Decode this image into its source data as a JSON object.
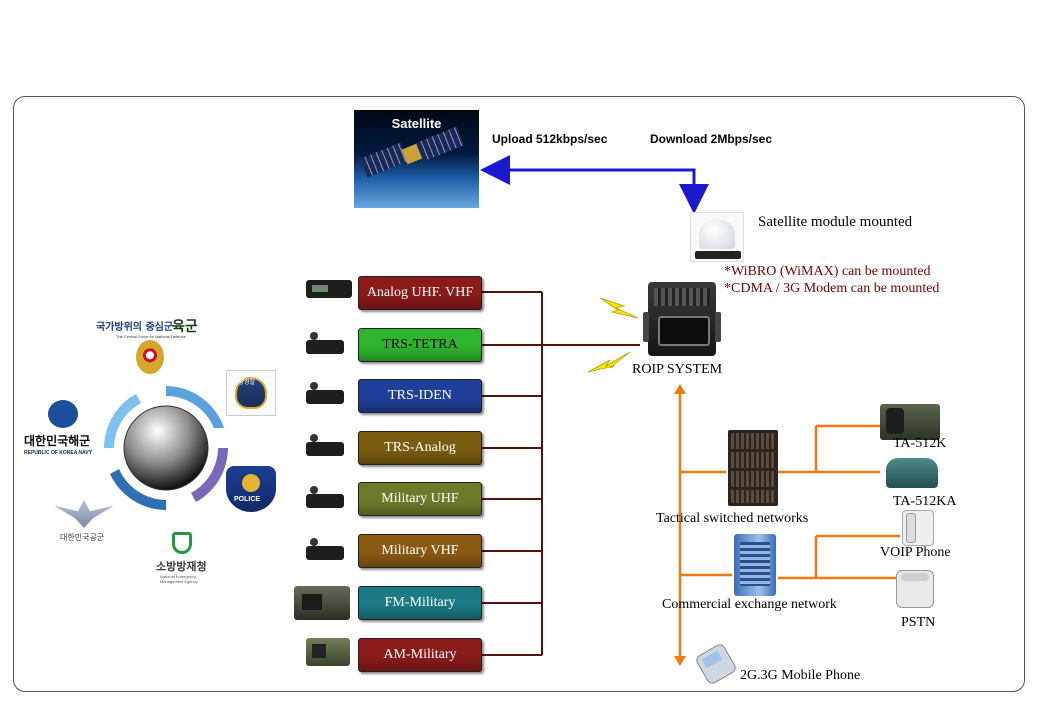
{
  "satellite": {
    "title": "Satellite",
    "upload": "Upload 512kbps/sec",
    "download": "Download 2Mbps/sec",
    "module_label": "Satellite module mounted"
  },
  "notes": [
    "*WiBRO (WiMAX) can be mounted",
    "*CDMA / 3G  Modem can be mounted"
  ],
  "roip": {
    "label": "ROIP SYSTEM"
  },
  "radios": [
    {
      "label": "Analog UHF. VHF",
      "color": "#8b1a1a",
      "text_color": "#ffffff"
    },
    {
      "label": "TRS-TETRA",
      "color": "#2db52d",
      "text_color": "#000000"
    },
    {
      "label": "TRS-IDEN",
      "color": "#1f3f9a",
      "text_color": "#ffffff"
    },
    {
      "label": "TRS-Analog",
      "color": "#7a5c10",
      "text_color": "#ffffff"
    },
    {
      "label": "Military  UHF",
      "color": "#6e7a2a",
      "text_color": "#ffffff"
    },
    {
      "label": "Military  VHF",
      "color": "#8a5a12",
      "text_color": "#ffffff"
    },
    {
      "label": "FM-Military",
      "color": "#1a7a86",
      "text_color": "#ffffff"
    },
    {
      "label": "AM-Military",
      "color": "#8b1a1a",
      "text_color": "#ffffff"
    }
  ],
  "networks": {
    "tactical": "Tactical switched networks",
    "commercial": "Commercial exchange network",
    "mobile": "2G.3G Mobile Phone"
  },
  "phones": {
    "ta512k": "TA-512K",
    "ta512ka": "TA-512KA",
    "voip": "VOIP Phone",
    "pstn": "PSTN"
  },
  "logos": {
    "army_slogan": "국가방위의 중심군",
    "army_name": "육군",
    "army_sub": "The Central Force for National Defense",
    "navy_name": "대한민국해군",
    "navy_sub": "REPUBLIC OF KOREA NAVY",
    "airforce_name": "대한민국공군",
    "coastguard_name": "해양경찰",
    "police_name": "POLICE",
    "fire_name": "소방방재청",
    "fire_sub": "National Emergency Management Agency"
  },
  "colors": {
    "wire_dark": "#5a0f0f",
    "wire_orange": "#f07a10",
    "wire_blue": "#1a1acc"
  }
}
